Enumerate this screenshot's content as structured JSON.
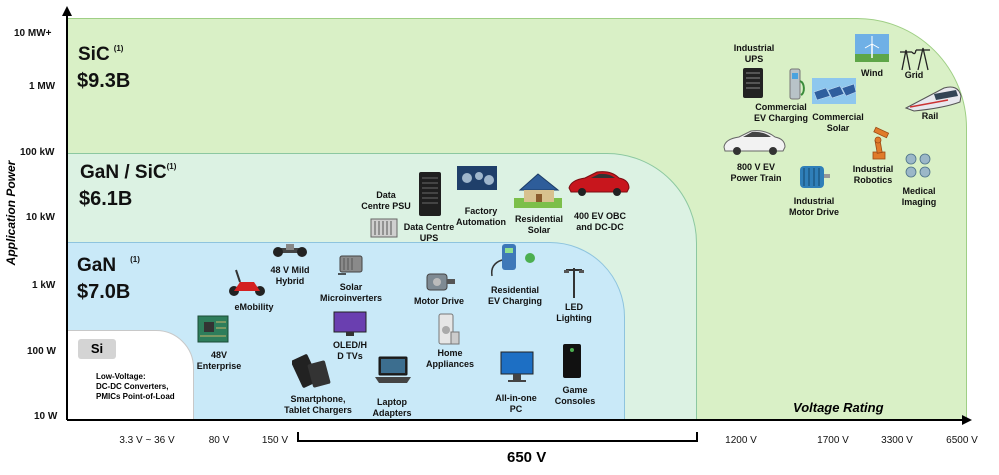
{
  "y_axis": {
    "title": "Application Power",
    "ticks": [
      "10 MW+",
      "1 MW",
      "100 kW",
      "10 kW",
      "1 kW",
      "100 W",
      "10 W"
    ]
  },
  "x_axis": {
    "title": "Voltage Rating",
    "ticks": [
      "3.3 V ~ 36 V",
      "80 V",
      "150 V",
      "1200 V",
      "1700 V",
      "3300 V",
      "6500 V"
    ],
    "bracket_label": "650 V"
  },
  "zones": {
    "sic": {
      "name": "SiC",
      "note": "(1)",
      "value": "$9.3B",
      "color": "#d9f0c6"
    },
    "gan_sic": {
      "name": "GaN / SiC",
      "note": "(1)",
      "value": "$6.1B",
      "color": "#dcf2e3"
    },
    "gan": {
      "name": "GaN",
      "note": "(1)",
      "value": "$7.0B",
      "color": "#c9e9f8"
    },
    "si": {
      "name": "Si",
      "description": "Low-Voltage:\nDC-DC Converters,\nPMICs Point-of-Load",
      "color": "#ffffff"
    }
  },
  "applications": [
    {
      "label": "Industrial\nUPS",
      "icon": "server-cabinet-icon"
    },
    {
      "label": "Commercial\nEV Charging",
      "icon": "ev-charger-icon"
    },
    {
      "label": "Commercial\nSolar",
      "icon": "solar-farm-icon"
    },
    {
      "label": "Wind",
      "icon": "wind-turbine-icon"
    },
    {
      "label": "Grid",
      "icon": "power-grid-icon"
    },
    {
      "label": "Rail",
      "icon": "train-icon"
    },
    {
      "label": "800 V EV\nPower Train",
      "icon": "ev-car-icon"
    },
    {
      "label": "Industrial\nRobotics",
      "icon": "robot-arm-icon"
    },
    {
      "label": "Industrial\nMotor Drive",
      "icon": "industrial-motor-icon"
    },
    {
      "label": "Medical\nImaging",
      "icon": "medical-imaging-icon"
    },
    {
      "label": "Data\nCentre PSU",
      "icon": "psu-icon"
    },
    {
      "label": "Data Centre\nUPS",
      "icon": "server-rack-icon"
    },
    {
      "label": "Factory\nAutomation",
      "icon": "gears-icon"
    },
    {
      "label": "Residential\nSolar",
      "icon": "solar-house-icon"
    },
    {
      "label": "400 EV OBC\nand DC-DC",
      "icon": "sports-car-icon"
    },
    {
      "label": "48 V Mild\nHybrid",
      "icon": "chassis-icon"
    },
    {
      "label": "eMobility",
      "icon": "scooter-icon"
    },
    {
      "label": "Solar\nMicroinverters",
      "icon": "microinverter-icon"
    },
    {
      "label": "Motor Drive",
      "icon": "motor-icon"
    },
    {
      "label": "Residential\nEV Charging",
      "icon": "wallbox-icon"
    },
    {
      "label": "LED\nLighting",
      "icon": "streetlight-icon"
    },
    {
      "label": "48V\nEnterprise",
      "icon": "circuit-board-icon"
    },
    {
      "label": "OLED/H\nD TVs",
      "icon": "tv-icon"
    },
    {
      "label": "Home\nAppliances",
      "icon": "appliance-icon"
    },
    {
      "label": "Smartphone,\nTablet Chargers",
      "icon": "smartphone-icon"
    },
    {
      "label": "Laptop\nAdapters",
      "icon": "laptop-icon"
    },
    {
      "label": "All-in-one\nPC",
      "icon": "monitor-icon"
    },
    {
      "label": "Game\nConsoles",
      "icon": "console-icon"
    }
  ]
}
